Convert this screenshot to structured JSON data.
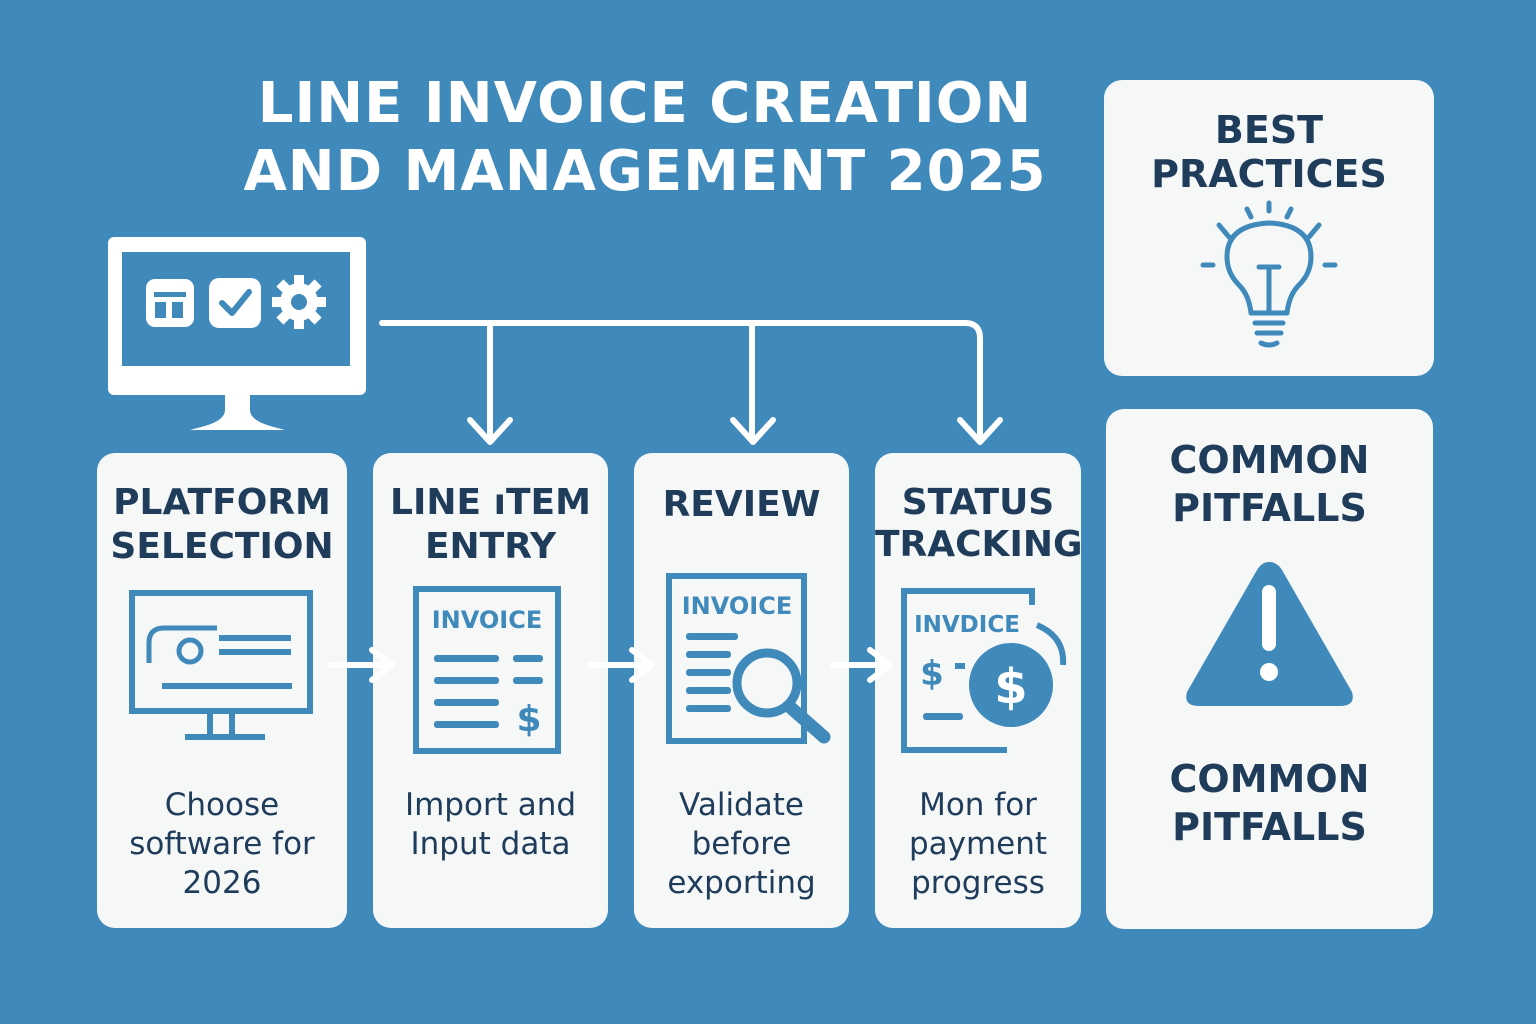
{
  "title": "LINE INVOICE CREATION AND MANAGEMENT 2025",
  "colors": {
    "background": "#3f89bb",
    "card": "#f6f7f7",
    "text": "#1f3d5a",
    "icon": "#3f89bb"
  },
  "steps": [
    {
      "title_line1": "PLATFORM",
      "title_line2": "SELECTION",
      "desc_line1": "Choose",
      "desc_line2": "software for",
      "desc_line3": "2026",
      "icon": "monitor-profile-icon"
    },
    {
      "title_line1": "LINE ıTEM",
      "title_line2": "ENTRY",
      "desc_line1": "Import and",
      "desc_line2": "Input data",
      "icon": "invoice-document-icon",
      "doc_label": "INVOICE"
    },
    {
      "title_line1": "REVIEW",
      "desc_line1": "Validate",
      "desc_line2": "before",
      "desc_line3": "exporting",
      "icon": "invoice-magnifier-icon",
      "doc_label": "INVOICE"
    },
    {
      "title_line1": "STATUS",
      "title_line2": "TRACKING",
      "desc_line1": "Mon for",
      "desc_line2": "payment",
      "desc_line3": "progress",
      "icon": "invoice-dollar-coin-icon",
      "doc_label": "INVDICE"
    }
  ],
  "best_practices": {
    "line1": "BEST",
    "line2": "PRACTICES",
    "icon": "lightbulb-icon"
  },
  "common_pitfalls": {
    "line1": "COMMON",
    "line2": "PITFALLS",
    "line3": "COMMON",
    "line4": "PITFALLS",
    "icon": "warning-triangle-icon"
  }
}
